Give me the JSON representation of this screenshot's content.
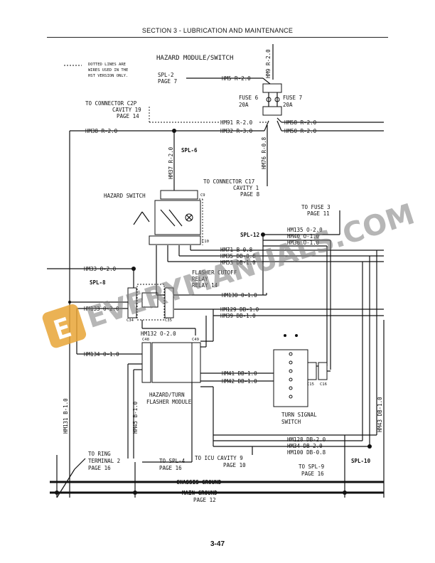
{
  "header": {
    "section_title": "SECTION 3 - LUBRICATION AND MAINTENANCE"
  },
  "footer": {
    "page_number": "3-47"
  },
  "watermark": {
    "text": "EVERYMANUALS.COM",
    "letter": "E",
    "badge_color": "#e8a536"
  },
  "diagram": {
    "title": "HAZARD MODULE/SWITCH",
    "note": [
      "DOTTED LINES ARE",
      "WIRES USED IN THE",
      "HST VERSION ONLY."
    ],
    "refs": {
      "spl2": [
        "SPL-2",
        "PAGE 7"
      ],
      "c2p": [
        "TO CONNECTOR C2P",
        "CAVITY 19",
        "PAGE 14"
      ],
      "c17": [
        "TO CONNECTOR C17",
        "CAVITY 1",
        "PAGE 8"
      ],
      "fuse3": [
        "TO FUSE 3",
        "PAGE 11"
      ],
      "ring": [
        "TO RING",
        "TERMINAL 2",
        "PAGE 16"
      ],
      "spl4": [
        "TO SPL-4",
        "PAGE 16"
      ],
      "icu": [
        "TO ICU CAVITY 9",
        "PAGE 10"
      ],
      "spl9": [
        "TO SPL-9",
        "PAGE 16"
      ],
      "main_ground_page": "PAGE 12"
    },
    "fuse6": [
      "FUSE 6",
      "20A"
    ],
    "fuse7": [
      "FUSE 7",
      "20A"
    ],
    "components": {
      "hazard_switch": "HAZARD SWITCH",
      "flasher_relay": [
        "FLASHER CUTOFF",
        "RELAY",
        "RELAY 14"
      ],
      "flasher_module": [
        "HAZARD/TURN",
        "FLASHER MODULE"
      ],
      "turn_switch": [
        "TURN SIGNAL",
        "SWITCH"
      ]
    },
    "splices": {
      "spl6": "SPL-6",
      "spl12": "SPL-12",
      "spl8": "SPL-8",
      "spl10": "SPL-10"
    },
    "connectors": {
      "c9": "C9",
      "c10": "C10",
      "c48": "C48",
      "c49": "C49",
      "c34": "C34",
      "c35": "C35",
      "c15": "C15",
      "c16": "C16"
    },
    "wires": {
      "hm9": "HM9 R-2.0",
      "hm5": "HM5 R-2.0",
      "hm91": "HM91 R-2.0",
      "hm32": "HM32 R-3.0",
      "hm38": "HM38 R-2.0",
      "hm58": "HM58 R-2.0",
      "hm50": "HM50 R-2.0",
      "hm76": "HM76 R-0.8",
      "hm37": "HM37 R-2.0",
      "hm135": "HM135 O-2.0",
      "hm40": "HM40 O-1.0",
      "hm36": "HM36 O-1.0",
      "hm71": "HM71 B-0.8",
      "hm35": "HM35 DB-0.8",
      "hm53": "HM53 DB-1.0",
      "hm33": "HM33 O-2.0",
      "hm130": "HM130 O-1.0",
      "hm133": "HM133 O-2.0",
      "hm129": "HM129 DB-1.0",
      "hm39": "HM39 DB-1.0",
      "hm132": "HM132 O-2.0",
      "hm134": "HM134 O-1.0",
      "hm41": "HM41 DB-1.0",
      "hm42": "HM42 DB-1.0",
      "hm131": "HM131 B-1.0",
      "hm45": "HM45 B-1.0",
      "hm43": "HM43 DB-1.0",
      "hm128": "HM128 DB-2.0",
      "hm34": "HM34 DB-2.0",
      "hm100": "HM100 DB-0.8"
    },
    "grounds": {
      "chassis": "CHASSIS GROUND",
      "main": "MAIN GROUND"
    }
  }
}
